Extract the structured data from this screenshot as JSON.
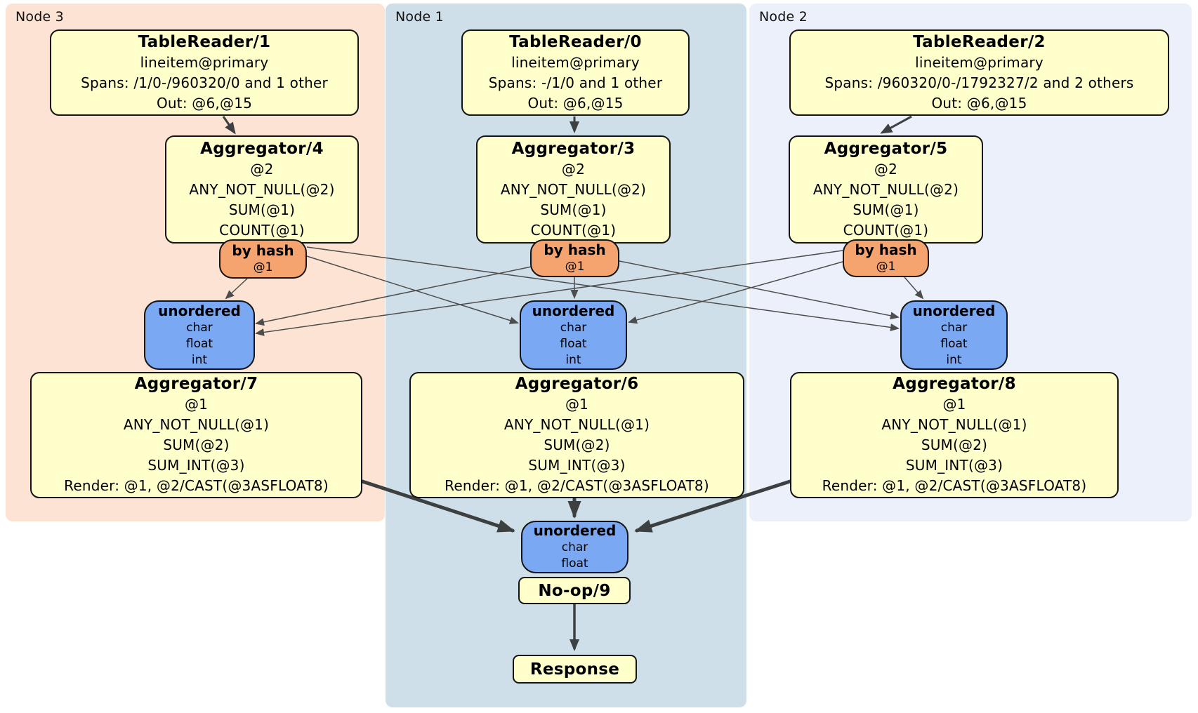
{
  "diagram_type": "distsql-plan",
  "panels": [
    {
      "id": "node3",
      "label": "Node 3"
    },
    {
      "id": "node1",
      "label": "Node 1"
    },
    {
      "id": "node2",
      "label": "Node 2"
    }
  ],
  "boxes": {
    "tr1": {
      "title": "TableReader/1",
      "lines": [
        "lineitem@primary",
        "Spans: /1/0-/960320/0 and 1 other",
        "Out: @6,@15"
      ]
    },
    "agg4": {
      "title": "Aggregator/4",
      "lines": [
        "@2",
        "ANY_NOT_NULL(@2)",
        "SUM(@1)",
        "COUNT(@1)"
      ]
    },
    "hash3": {
      "title": "by hash",
      "lines": [
        "@1"
      ]
    },
    "un3": {
      "title": "unordered",
      "lines": [
        "char",
        "float",
        "int"
      ]
    },
    "agg7": {
      "title": "Aggregator/7",
      "lines": [
        "@1",
        "ANY_NOT_NULL(@1)",
        "SUM(@2)",
        "SUM_INT(@3)",
        "Render: @1, @2/CAST(@3ASFLOAT8)"
      ]
    },
    "tr0": {
      "title": "TableReader/0",
      "lines": [
        "lineitem@primary",
        "Spans: -/1/0 and 1 other",
        "Out: @6,@15"
      ]
    },
    "agg3": {
      "title": "Aggregator/3",
      "lines": [
        "@2",
        "ANY_NOT_NULL(@2)",
        "SUM(@1)",
        "COUNT(@1)"
      ]
    },
    "hash1": {
      "title": "by hash",
      "lines": [
        "@1"
      ]
    },
    "un1": {
      "title": "unordered",
      "lines": [
        "char",
        "float",
        "int"
      ]
    },
    "agg6": {
      "title": "Aggregator/6",
      "lines": [
        "@1",
        "ANY_NOT_NULL(@1)",
        "SUM(@2)",
        "SUM_INT(@3)",
        "Render: @1, @2/CAST(@3ASFLOAT8)"
      ]
    },
    "tr2": {
      "title": "TableReader/2",
      "lines": [
        "lineitem@primary",
        "Spans: /960320/0-/1792327/2 and 2 others",
        "Out: @6,@15"
      ]
    },
    "agg5": {
      "title": "Aggregator/5",
      "lines": [
        "@2",
        "ANY_NOT_NULL(@2)",
        "SUM(@1)",
        "COUNT(@1)"
      ]
    },
    "hash2": {
      "title": "by hash",
      "lines": [
        "@1"
      ]
    },
    "un2": {
      "title": "unordered",
      "lines": [
        "char",
        "float",
        "int"
      ]
    },
    "agg8": {
      "title": "Aggregator/8",
      "lines": [
        "@1",
        "ANY_NOT_NULL(@1)",
        "SUM(@2)",
        "SUM_INT(@3)",
        "Render: @1, @2/CAST(@3ASFLOAT8)"
      ]
    },
    "unFinal": {
      "title": "unordered",
      "lines": [
        "char",
        "float"
      ]
    },
    "noop": {
      "title": "No-op/9",
      "lines": []
    },
    "response": {
      "title": "Response",
      "lines": []
    }
  },
  "edges": [
    {
      "from": "TableReader/1",
      "to": "Aggregator/4"
    },
    {
      "from": "TableReader/0",
      "to": "Aggregator/3"
    },
    {
      "from": "TableReader/2",
      "to": "Aggregator/5"
    },
    {
      "from": "by hash Node 3",
      "to": "unordered Node 3"
    },
    {
      "from": "by hash Node 3",
      "to": "unordered Node 1"
    },
    {
      "from": "by hash Node 3",
      "to": "unordered Node 2"
    },
    {
      "from": "by hash Node 1",
      "to": "unordered Node 3"
    },
    {
      "from": "by hash Node 1",
      "to": "unordered Node 1"
    },
    {
      "from": "by hash Node 1",
      "to": "unordered Node 2"
    },
    {
      "from": "by hash Node 2",
      "to": "unordered Node 3"
    },
    {
      "from": "by hash Node 2",
      "to": "unordered Node 1"
    },
    {
      "from": "by hash Node 2",
      "to": "unordered Node 2"
    },
    {
      "from": "Aggregator/7",
      "to": "unordered final"
    },
    {
      "from": "Aggregator/6",
      "to": "unordered final"
    },
    {
      "from": "Aggregator/8",
      "to": "unordered final"
    },
    {
      "from": "No-op/9",
      "to": "Response"
    }
  ],
  "colors": {
    "panel-node3": "#fce3d3",
    "panel-node1": "#cfdfe9",
    "panel-node2": "#ecf0fa",
    "yellow": "#ffffcc",
    "orange": "#f5a470",
    "blue": "#7aa8f2",
    "border": "#141414",
    "edge-thin": "#4d4d4d",
    "edge-thick": "#3d4040"
  }
}
